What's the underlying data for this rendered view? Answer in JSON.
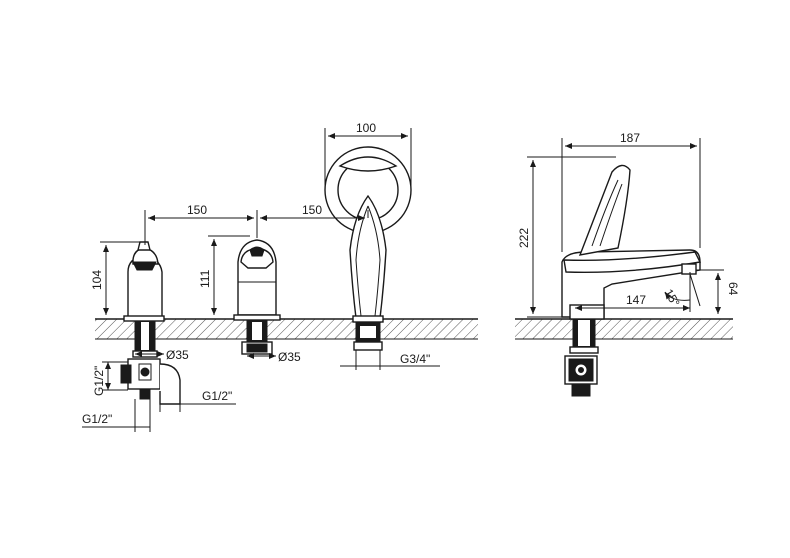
{
  "dimensions": {
    "spacing_1": "150",
    "spacing_2": "150",
    "shower_width": "100",
    "spout_length": "187",
    "spout_height": "222",
    "tap_height_left": "104",
    "tap_height_mid": "111",
    "diameter_left": "Ø35",
    "diameter_mid": "Ø35",
    "thread_shower": "G3/4\"",
    "thread_vertical": "G1/2\"",
    "thread_side": "G1/2\"",
    "thread_bottom": "G1/2\"",
    "reach": "147",
    "angle": "15°",
    "spout_clearance": "64"
  }
}
